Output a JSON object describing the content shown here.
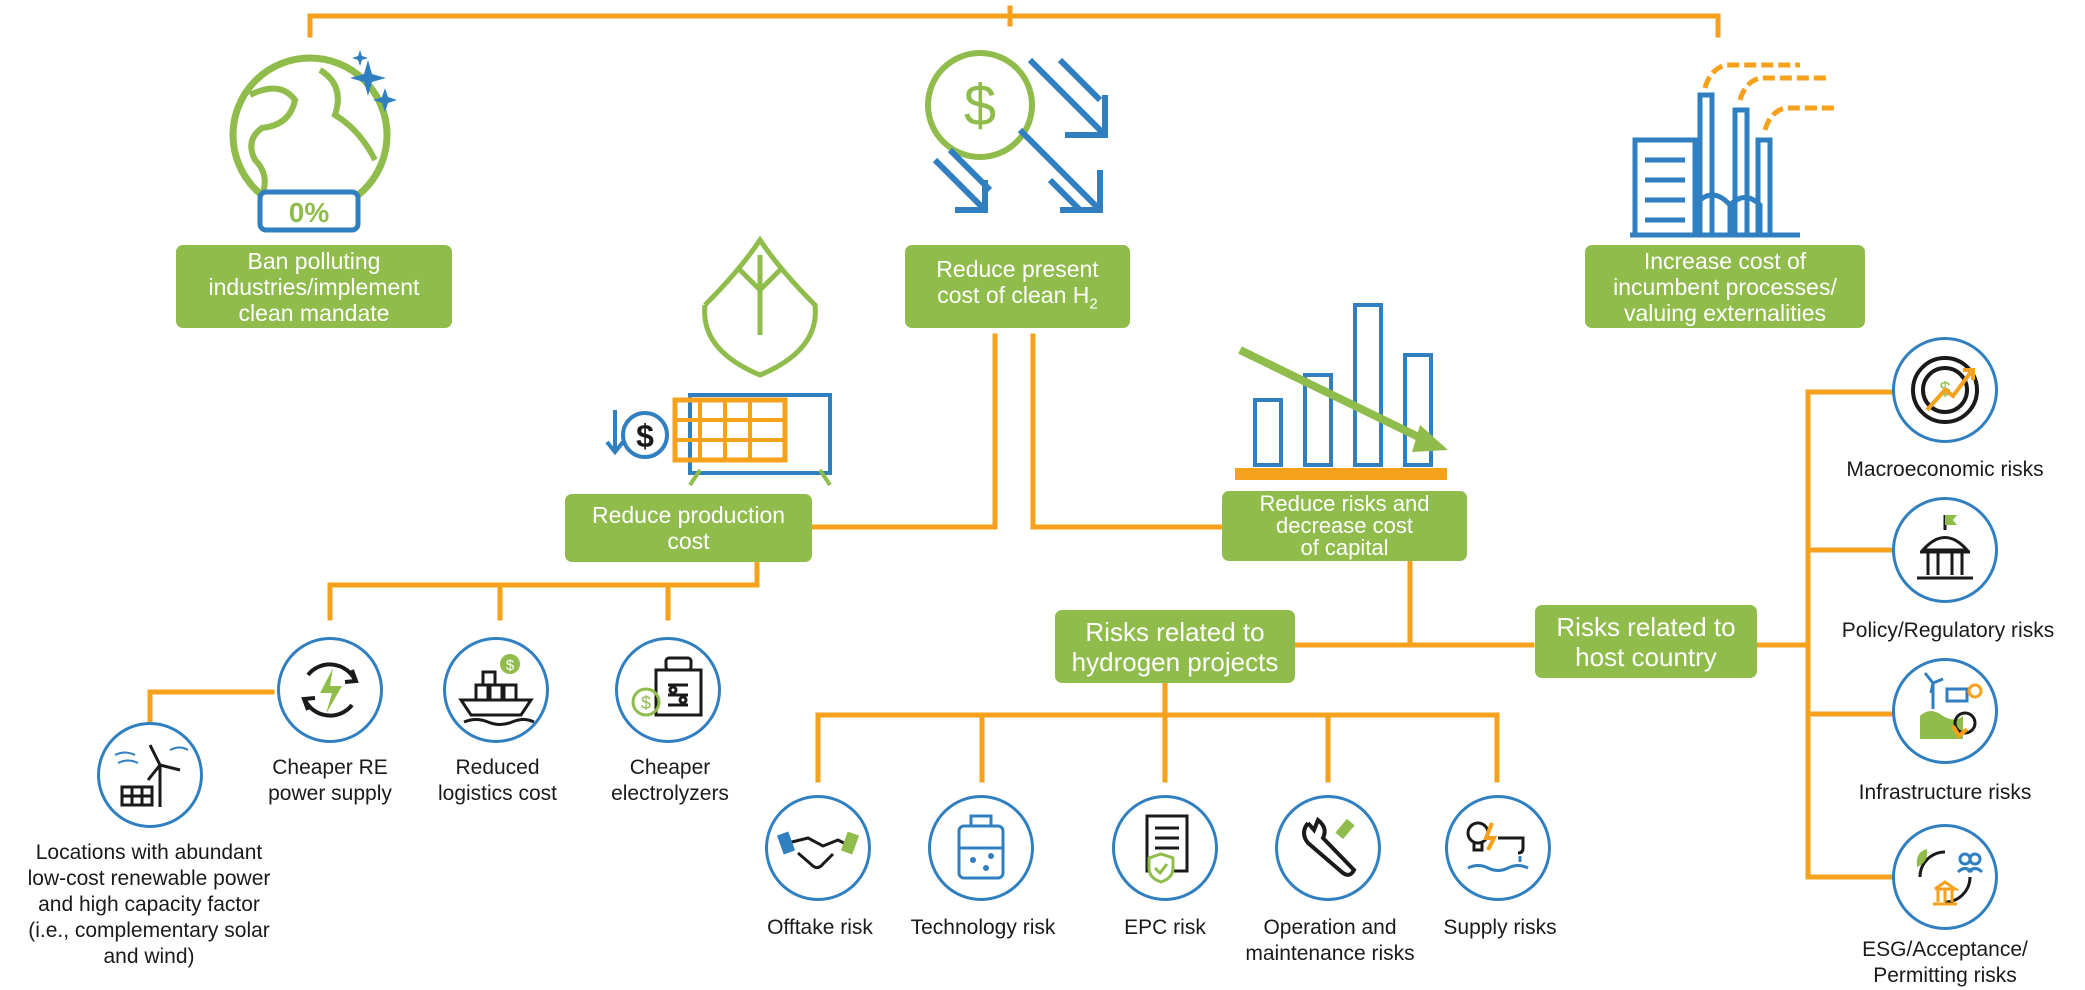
{
  "colors": {
    "orange": "#f5a11c",
    "green": "#8fbc4b",
    "blue": "#2f7fc1",
    "dark": "#1a1a1a"
  },
  "top": {
    "ban_box": "Ban polluting\nindustries/implement\nclean mandate",
    "ban_badge": "0%",
    "reduce_present": "Reduce present\ncost of clean H",
    "reduce_present_sub": "2",
    "increase_cost": "Increase cost of\nincumbent processes/\nvaluing externalities"
  },
  "middle": {
    "reduce_production": "Reduce production\ncost",
    "reduce_risks": "Reduce risks and\ndecrease cost\nof capital",
    "risks_hydrogen": "Risks related to\nhydrogen projects",
    "risks_country": "Risks related to\nhost country"
  },
  "production_items": {
    "cheaper_re": "Cheaper RE\npower supply",
    "reduced_logistics": "Reduced\nlogistics cost",
    "cheaper_electrolyzers": "Cheaper\nelectrolyzers",
    "locations": "Locations with abundant\nlow-cost renewable power\nand high capacity factor\n(i.e., complementary solar\nand wind)"
  },
  "project_risks": {
    "offtake": "Offtake risk",
    "technology": "Technology risk",
    "epc": "EPC risk",
    "operation": "Operation and\nmaintenance risks",
    "supply": "Supply risks"
  },
  "country_risks": {
    "macro": "Macroeconomic risks",
    "policy": "Policy/Regulatory risks",
    "infrastructure": "Infrastructure risks",
    "esg": "ESG/Acceptance/\nPermitting risks"
  },
  "icons": {
    "globe": "globe-icon",
    "dollar_down": "dollar-down-arrows-icon",
    "factory": "factory-icon",
    "solar_leaf": "solar-leaf-icon",
    "bar_chart": "declining-bar-chart-icon",
    "renewable": "renewable-energy-icon",
    "ship": "cargo-ship-icon",
    "electrolyzer": "electrolyzer-icon",
    "wind_solar": "wind-solar-icon",
    "handshake": "handshake-icon",
    "tank": "reactor-tank-icon",
    "document": "document-shield-icon",
    "wrench": "wrench-icon",
    "supply": "lightbulb-faucet-icon",
    "target": "dollar-target-icon",
    "government": "government-building-icon",
    "infrastructure": "infrastructure-icon",
    "esg": "esg-community-icon"
  }
}
